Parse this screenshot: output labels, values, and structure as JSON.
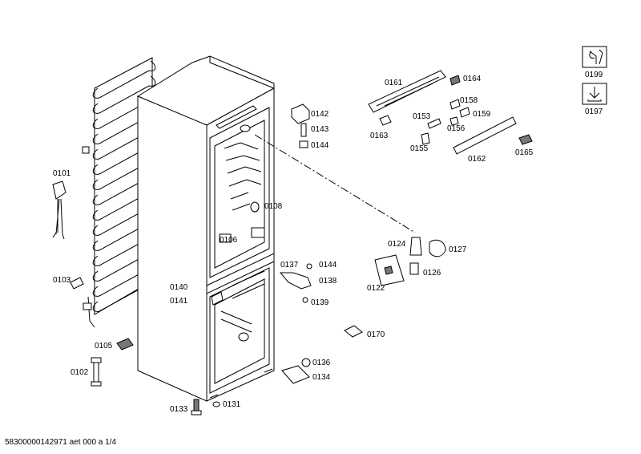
{
  "footer_code": "58300000142971 aet 000 a 1/4",
  "service_icons": [
    {
      "label": "0199",
      "icon": "wrench-icon"
    },
    {
      "label": "0197",
      "icon": "down-arrow-tray-icon"
    }
  ],
  "parts": [
    {
      "id": "p0101",
      "label": "0101"
    },
    {
      "id": "p0102",
      "label": "0102"
    },
    {
      "id": "p0103",
      "label": "0103"
    },
    {
      "id": "p0105",
      "label": "0105"
    },
    {
      "id": "p0106",
      "label": "0106"
    },
    {
      "id": "p0108",
      "label": "0108"
    },
    {
      "id": "p0122",
      "label": "0122"
    },
    {
      "id": "p0124",
      "label": "0124"
    },
    {
      "id": "p0126",
      "label": "0126"
    },
    {
      "id": "p0127",
      "label": "0127"
    },
    {
      "id": "p0131",
      "label": "0131"
    },
    {
      "id": "p0133",
      "label": "0133"
    },
    {
      "id": "p0134",
      "label": "0134"
    },
    {
      "id": "p0136",
      "label": "0136"
    },
    {
      "id": "p0137",
      "label": "0137"
    },
    {
      "id": "p0138",
      "label": "0138"
    },
    {
      "id": "p0139",
      "label": "0139"
    },
    {
      "id": "p0140",
      "label": "0140"
    },
    {
      "id": "p0141",
      "label": "0141"
    },
    {
      "id": "p0142",
      "label": "0142"
    },
    {
      "id": "p0143",
      "label": "0143"
    },
    {
      "id": "p0144a",
      "label": "0144"
    },
    {
      "id": "p0144b",
      "label": "0144"
    },
    {
      "id": "p0153",
      "label": "0153"
    },
    {
      "id": "p0155",
      "label": "0155"
    },
    {
      "id": "p0156",
      "label": "0156"
    },
    {
      "id": "p0158",
      "label": "0158"
    },
    {
      "id": "p0159",
      "label": "0159"
    },
    {
      "id": "p0161",
      "label": "0161"
    },
    {
      "id": "p0162",
      "label": "0162"
    },
    {
      "id": "p0163",
      "label": "0163"
    },
    {
      "id": "p0164",
      "label": "0164"
    },
    {
      "id": "p0165",
      "label": "0165"
    },
    {
      "id": "p0170",
      "label": "0170"
    }
  ]
}
